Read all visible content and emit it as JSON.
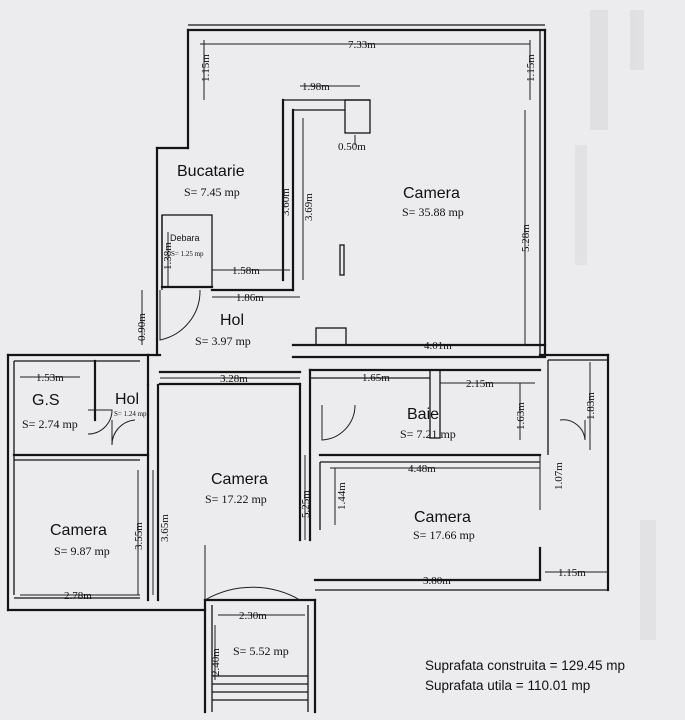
{
  "rooms": {
    "bucatarie": {
      "name": "Bucatarie",
      "area": "S= 7.45 mp"
    },
    "camera_large": {
      "name": "Camera",
      "area": "S= 35.88 mp"
    },
    "debara": {
      "name": "Debara",
      "area": "S= 1.25 mp"
    },
    "hol_main": {
      "name": "Hol",
      "area": "S= 3.97 mp"
    },
    "gs": {
      "name": "G.S",
      "area": "S= 2.74 mp"
    },
    "hol_small": {
      "name": "Hol",
      "area": "S= 1.24 mp"
    },
    "baie": {
      "name": "Baie",
      "area": "S= 7.21 mp"
    },
    "camera_center": {
      "name": "Camera",
      "area": "S= 17.22 mp"
    },
    "camera_right": {
      "name": "Camera",
      "area": "S= 17.66 mp"
    },
    "camera_left": {
      "name": "Camera",
      "area": "S= 9.87 mp"
    },
    "balcony": {
      "area": "S= 5.52 mp"
    }
  },
  "dimensions": {
    "top_width": "7.33m",
    "left_top": "1.15m",
    "right_top": "1.15m",
    "niche": "1.98m",
    "niche_depth": "0.50m",
    "kitchen_h1": "3.60m",
    "kitchen_h2": "3.69m",
    "camera_height": "5.28m",
    "debara_h": "1.38m",
    "debara_w": "1.58m",
    "hol_w": "1.86m",
    "door_gap": "0.90m",
    "hol_right": "4.01m",
    "gs_w": "1.53m",
    "hol_bottom": "3.28m",
    "baie_left": "1.65m",
    "baie_right": "2.15m",
    "baie_h": "1.63m",
    "ext_h": "1.83m",
    "camera_right_w": "4.48m",
    "small_h": "1.07m",
    "center_h": "5.25m",
    "center_small": "1.44m",
    "left_h1": "3.55m",
    "left_h2": "3.65m",
    "left_w": "2.78m",
    "bottom_right_w": "3.80m",
    "bottom_right_small": "1.15m",
    "balcony_w": "2.30m",
    "balcony_h": "2.40m"
  },
  "summary": {
    "constructed": "Suprafata construita = 129.45 mp",
    "usable": "Suprafata utila = 110.01 mp"
  }
}
